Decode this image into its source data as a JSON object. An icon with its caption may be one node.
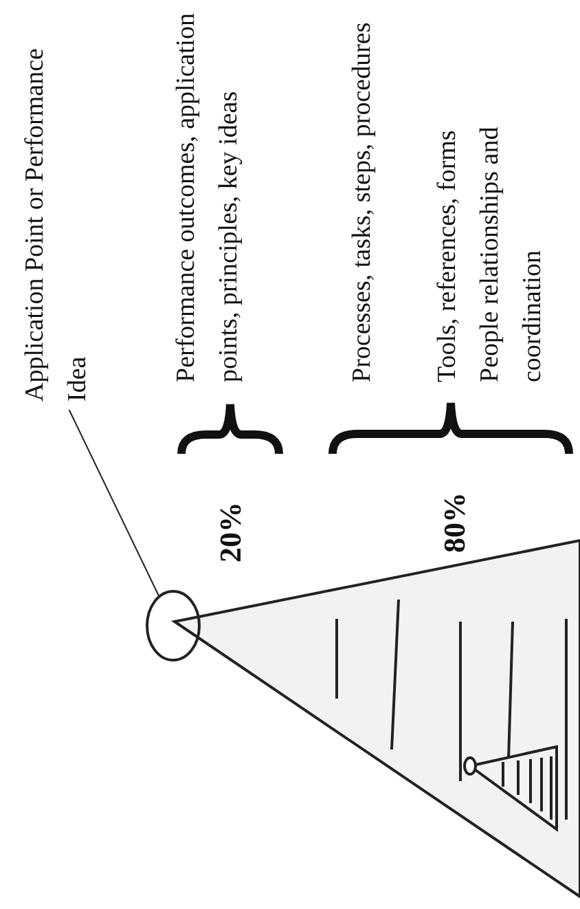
{
  "diagram": {
    "nodes": [
      {
        "text": [
          "Application Point or Performance Idea"
        ]
      },
      {
        "text": [],
        "shape": "circle"
      }
    ],
    "edges": [
      {
        "from": 0,
        "to": 1,
        "arrow": "none"
      }
    ],
    "labels": [
      "Performance outcomes, application points, principles, key ideas",
      "20%",
      "Processes, tasks, steps, procedures",
      "Tools, references, forms",
      "People relationships and coordination",
      "80%"
    ]
  }
}
